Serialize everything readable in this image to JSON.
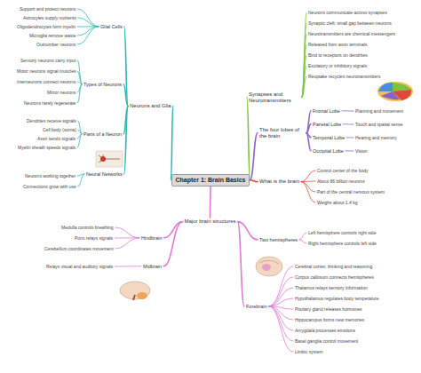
{
  "diagram": {
    "nodes": [
      {
        "text": [
          "Chapter 1: Brain Basics"
        ]
      },
      {
        "text": [
          "Synapses and Neurotransmitters"
        ]
      },
      {
        "text": [
          "Neurons and Glia"
        ]
      },
      {
        "text": [
          "The four lobes of the brain"
        ]
      },
      {
        "text": [
          "What is the brain"
        ]
      },
      {
        "text": [
          "Major brain structures"
        ]
      },
      {
        "text": [
          "Neurons communicate across synapses"
        ]
      },
      {
        "text": [
          "Synaptic cleft: small gap between neurons"
        ]
      },
      {
        "text": [
          "Neurotransmitters are chemical messengers"
        ]
      },
      {
        "text": [
          "Released from axon terminals"
        ]
      },
      {
        "text": [
          "Bind to receptors on dendrites"
        ]
      },
      {
        "text": [
          "Excitatory or inhibitory signals"
        ]
      },
      {
        "text": [
          "Reuptake recycles neurotransmitters"
        ]
      },
      {
        "text": [
          "Glial Cells"
        ]
      },
      {
        "text": [
          "Types of Neurons"
        ]
      },
      {
        "text": [
          "Parts of a Neuron"
        ]
      },
      {
        "text": [
          "Neural Networks"
        ]
      },
      {
        "text": [
          "Support and protect neurons"
        ]
      },
      {
        "text": [
          "Astrocytes supply nutrients"
        ]
      },
      {
        "text": [
          "Oligodendrocytes form myelin"
        ]
      },
      {
        "text": [
          "Microglia remove waste"
        ]
      },
      {
        "text": [
          "Outnumber neurons"
        ]
      },
      {
        "text": [
          "Sensory neurons carry input"
        ]
      },
      {
        "text": [
          "Motor neurons signal muscles"
        ]
      },
      {
        "text": [
          "Interneurons connect neurons"
        ]
      },
      {
        "text": [
          "Mirror neurons"
        ]
      },
      {
        "text": [
          "Neurons rarely regenerate"
        ]
      },
      {
        "text": [
          "Dendrites receive signals"
        ]
      },
      {
        "text": [
          "Cell body (soma)"
        ]
      },
      {
        "text": [
          "Axon sends signals"
        ]
      },
      {
        "text": [
          "Myelin sheath speeds signals"
        ]
      },
      {
        "text": [
          "Neurons working together"
        ]
      },
      {
        "text": [
          "Connections grow with use"
        ]
      },
      {
        "text": [
          "Frontal Lobe"
        ]
      },
      {
        "text": [
          "Parietal Lobe"
        ]
      },
      {
        "text": [
          "Temporal Lobe"
        ]
      },
      {
        "text": [
          "Occipital Lobe"
        ]
      },
      {
        "text": [
          "Planning and movement"
        ]
      },
      {
        "text": [
          "Touch and spatial sense"
        ]
      },
      {
        "text": [
          "Hearing and memory"
        ]
      },
      {
        "text": [
          "Vision"
        ]
      },
      {
        "text": [
          "Control center of the body"
        ]
      },
      {
        "text": [
          "About 86 billion neurons"
        ]
      },
      {
        "text": [
          "Part of the central nervous system"
        ]
      },
      {
        "text": [
          "Weighs about 1.4 kg"
        ]
      },
      {
        "text": [
          "Hindbrain"
        ]
      },
      {
        "text": [
          "Midbrain"
        ]
      },
      {
        "text": [
          "Forebrain"
        ]
      },
      {
        "text": [
          "Two hemispheres"
        ]
      },
      {
        "text": [
          "Medulla controls breathing"
        ]
      },
      {
        "text": [
          "Pons relays signals"
        ]
      },
      {
        "text": [
          "Cerebellum coordinates movement"
        ]
      },
      {
        "text": [
          "Relays visual and auditory signals"
        ]
      },
      {
        "text": [
          "Cerebral cortex: thinking and reasoning"
        ]
      },
      {
        "text": [
          "Corpus callosum connects hemispheres"
        ]
      },
      {
        "text": [
          "Thalamus relays sensory information"
        ]
      },
      {
        "text": [
          "Hypothalamus regulates body temperature"
        ]
      },
      {
        "text": [
          "Pituitary gland releases hormones"
        ]
      },
      {
        "text": [
          "Hippocampus forms new memories"
        ]
      },
      {
        "text": [
          "Amygdala processes emotions"
        ]
      },
      {
        "text": [
          "Basal ganglia control movement"
        ]
      },
      {
        "text": [
          "Limbic system"
        ]
      },
      {
        "text": [
          "Left hemisphere controls right side"
        ]
      },
      {
        "text": [
          "Right hemisphere controls left side"
        ]
      }
    ],
    "edges": [
      {
        "from": 0,
        "to": 1,
        "arrow": "none"
      },
      {
        "from": 0,
        "to": 2,
        "arrow": "none"
      },
      {
        "from": 0,
        "to": 3,
        "arrow": "none"
      },
      {
        "from": 0,
        "to": 4,
        "arrow": "none"
      },
      {
        "from": 0,
        "to": 5,
        "arrow": "none"
      },
      {
        "from": 1,
        "to": 6,
        "arrow": "none"
      },
      {
        "from": 1,
        "to": 7,
        "arrow": "none"
      },
      {
        "from": 1,
        "to": 8,
        "arrow": "none"
      },
      {
        "from": 1,
        "to": 9,
        "arrow": "none"
      },
      {
        "from": 1,
        "to": 10,
        "arrow": "none"
      },
      {
        "from": 1,
        "to": 11,
        "arrow": "none"
      },
      {
        "from": 1,
        "to": 12,
        "arrow": "none"
      },
      {
        "from": 2,
        "to": 13,
        "arrow": "none"
      },
      {
        "from": 2,
        "to": 14,
        "arrow": "none"
      },
      {
        "from": 2,
        "to": 15,
        "arrow": "none"
      },
      {
        "from": 2,
        "to": 16,
        "arrow": "none"
      },
      {
        "from": 13,
        "to": 17,
        "arrow": "none"
      },
      {
        "from": 13,
        "to": 18,
        "arrow": "none"
      },
      {
        "from": 13,
        "to": 19,
        "arrow": "none"
      },
      {
        "from": 13,
        "to": 20,
        "arrow": "none"
      },
      {
        "from": 13,
        "to": 21,
        "arrow": "none"
      },
      {
        "from": 14,
        "to": 22,
        "arrow": "none"
      },
      {
        "from": 14,
        "to": 23,
        "arrow": "none"
      },
      {
        "from": 14,
        "to": 24,
        "arrow": "none"
      },
      {
        "from": 14,
        "to": 25,
        "arrow": "none"
      },
      {
        "from": 14,
        "to": 26,
        "arrow": "none"
      },
      {
        "from": 15,
        "to": 27,
        "arrow": "none"
      },
      {
        "from": 15,
        "to": 28,
        "arrow": "none"
      },
      {
        "from": 15,
        "to": 29,
        "arrow": "none"
      },
      {
        "from": 15,
        "to": 30,
        "arrow": "none"
      },
      {
        "from": 16,
        "to": 31,
        "arrow": "none"
      },
      {
        "from": 16,
        "to": 32,
        "arrow": "none"
      },
      {
        "from": 3,
        "to": 33,
        "arrow": "none"
      },
      {
        "from": 3,
        "to": 34,
        "arrow": "none"
      },
      {
        "from": 3,
        "to": 35,
        "arrow": "none"
      },
      {
        "from": 3,
        "to": 36,
        "arrow": "none"
      },
      {
        "from": 33,
        "to": 37,
        "arrow": "none"
      },
      {
        "from": 34,
        "to": 38,
        "arrow": "none"
      },
      {
        "from": 35,
        "to": 39,
        "arrow": "none"
      },
      {
        "from": 36,
        "to": 40,
        "arrow": "none"
      },
      {
        "from": 4,
        "to": 41,
        "arrow": "none"
      },
      {
        "from": 4,
        "to": 42,
        "arrow": "none"
      },
      {
        "from": 4,
        "to": 43,
        "arrow": "none"
      },
      {
        "from": 4,
        "to": 44,
        "arrow": "none"
      },
      {
        "from": 5,
        "to": 45,
        "arrow": "none"
      },
      {
        "from": 5,
        "to": 46,
        "arrow": "none"
      },
      {
        "from": 5,
        "to": 47,
        "arrow": "none"
      },
      {
        "from": 5,
        "to": 48,
        "arrow": "none"
      },
      {
        "from": 45,
        "to": 49,
        "arrow": "none"
      },
      {
        "from": 45,
        "to": 50,
        "arrow": "none"
      },
      {
        "from": 45,
        "to": 51,
        "arrow": "none"
      },
      {
        "from": 46,
        "to": 52,
        "arrow": "none"
      },
      {
        "from": 47,
        "to": 53,
        "arrow": "none"
      },
      {
        "from": 47,
        "to": 54,
        "arrow": "none"
      },
      {
        "from": 47,
        "to": 55,
        "arrow": "none"
      },
      {
        "from": 47,
        "to": 56,
        "arrow": "none"
      },
      {
        "from": 47,
        "to": 57,
        "arrow": "none"
      },
      {
        "from": 47,
        "to": 58,
        "arrow": "none"
      },
      {
        "from": 47,
        "to": 59,
        "arrow": "none"
      },
      {
        "from": 47,
        "to": 60,
        "arrow": "none"
      },
      {
        "from": 47,
        "to": 61,
        "arrow": "none"
      },
      {
        "from": 48,
        "to": 62,
        "arrow": "none"
      },
      {
        "from": 48,
        "to": 63,
        "arrow": "none"
      }
    ]
  }
}
